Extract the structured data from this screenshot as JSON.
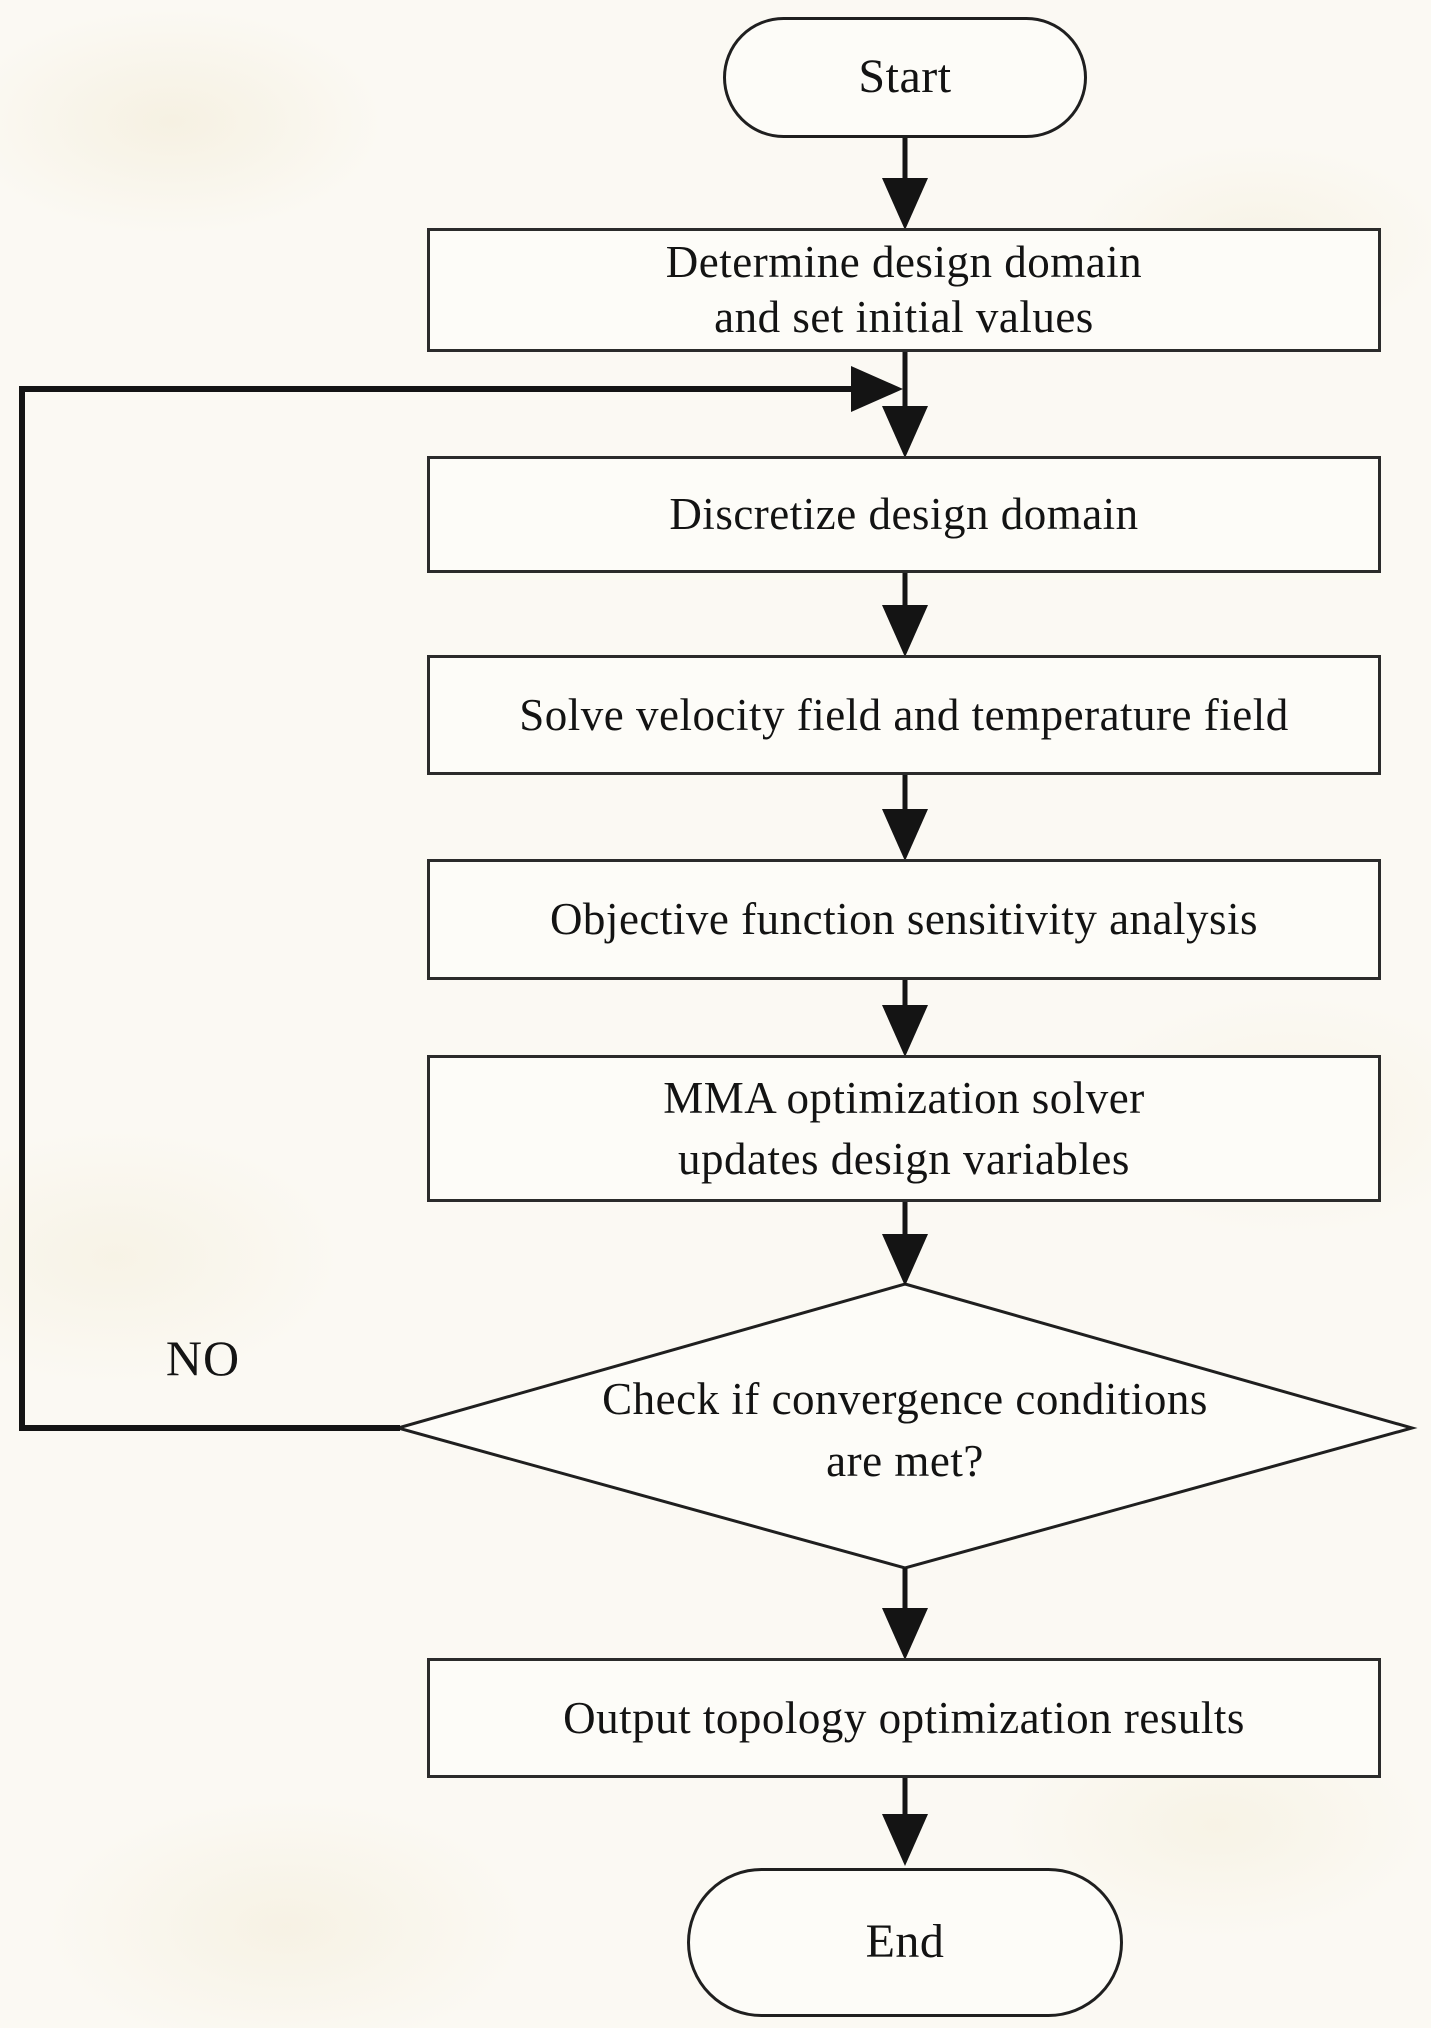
{
  "title": "Topology optimization flowchart",
  "colors": {
    "background": "#fbf9f3",
    "node_fill": "#fdfcf8",
    "node_border": "#2b2b2b",
    "line": "#141414",
    "text": "#131313"
  },
  "nodes": {
    "start": {
      "type": "terminator",
      "label": "Start"
    },
    "determine": {
      "type": "process",
      "label": "Determine design domain\nand set initial values"
    },
    "discretize": {
      "type": "process",
      "label": "Discretize design domain"
    },
    "solve": {
      "type": "process",
      "label": "Solve velocity field and temperature field"
    },
    "sensitivity": {
      "type": "process",
      "label": "Objective function sensitivity analysis"
    },
    "mma": {
      "type": "process",
      "label": "MMA optimization solver\nupdates design variables"
    },
    "decision": {
      "type": "decision",
      "label": "Check if convergence conditions\nare met?"
    },
    "output": {
      "type": "process",
      "label": "Output topology optimization results"
    },
    "end": {
      "type": "terminator",
      "label": "End"
    }
  },
  "edges": {
    "no_label": "NO"
  }
}
